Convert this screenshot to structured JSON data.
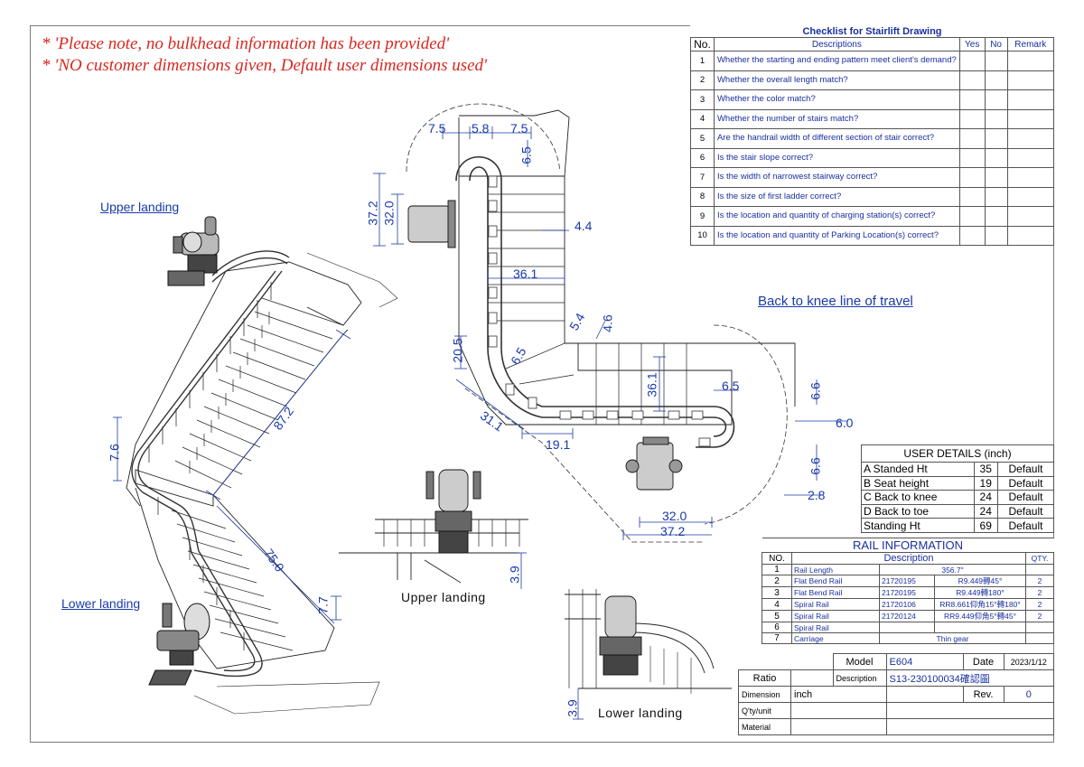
{
  "notes": {
    "line1": "* 'Please note, no bulkhead information has been provided'",
    "line2": "* 'NO customer dimensions given, Default user dimensions used'"
  },
  "labels": {
    "upper_landing": "Upper landing",
    "lower_landing": "Lower landing",
    "upper_landing_view": "Upper landing",
    "lower_landing_view": "Lower landing",
    "back_to_knee": "Back to knee line of travel"
  },
  "dimensions": {
    "d7_5a": "7.5",
    "d5_8": "5.8",
    "d7_5b": "7.5",
    "d6_5top": "6.5",
    "d37_2v": "37.2",
    "d32_0v": "32.0",
    "d4_4": "4.4",
    "d36_1h": "36.1",
    "d5_4": "5.4",
    "d4_6": "4.6",
    "d20_5": "20.5",
    "d6_5mid": "6.5",
    "d31_1": "31.1",
    "d19_1": "19.1",
    "d36_1v": "36.1",
    "d6_5right": "6.5",
    "d6_6a": "6.6",
    "d6_0": "6.0",
    "d6_6b": "6.6",
    "d2_8": "2.8",
    "d32_0h": "32.0",
    "d37_2h": "37.2",
    "d87_2": "87.2",
    "d7_6": "7.6",
    "d75_0": "75.0",
    "d7_7": "7.7",
    "d3_9a": "3.9",
    "d3_9b": "3.9"
  },
  "checklist": {
    "title": "Checklist for Stairlift Drawing",
    "headers": {
      "no": "No.",
      "desc": "Descriptions",
      "yes": "Yes",
      "no_col": "No",
      "remark": "Remark"
    },
    "items": [
      {
        "n": "1",
        "text": "Whether the starting and ending pattern meet client's demand?"
      },
      {
        "n": "2",
        "text": "Whether the overall length match?"
      },
      {
        "n": "3",
        "text": "Whether the color match?"
      },
      {
        "n": "4",
        "text": "Whether the number of stairs match?"
      },
      {
        "n": "5",
        "text": "Are the handrail width of different section of stair correct?"
      },
      {
        "n": "6",
        "text": "Is the stair slope correct?"
      },
      {
        "n": "7",
        "text": "Is the width of narrowest stairway correct?"
      },
      {
        "n": "8",
        "text": "Is the size of first ladder correct?"
      },
      {
        "n": "9",
        "text": "Is the location and quantity of charging station(s) correct?"
      },
      {
        "n": "10",
        "text": "Is the location and quantity of Parking Location(s) correct?"
      }
    ]
  },
  "user_details": {
    "title": "USER DETAILS (inch)",
    "rows": [
      {
        "label": "A Standed Ht",
        "value": "35",
        "note": "Default"
      },
      {
        "label": "B Seat height",
        "value": "19",
        "note": "Default"
      },
      {
        "label": "C Back to knee",
        "value": "24",
        "note": "Default"
      },
      {
        "label": "D Back to toe",
        "value": "24",
        "note": "Default"
      },
      {
        "label": "Standing Ht",
        "value": "69",
        "note": "Default"
      }
    ]
  },
  "rail_info": {
    "title": "RAIL INFORMATION",
    "headers": {
      "no": "NO.",
      "desc": "Description",
      "qty": "QTY."
    },
    "rows": [
      {
        "no": "1",
        "name": "Rail Length",
        "code": "",
        "spec": "356.7\"",
        "qty": ""
      },
      {
        "no": "2",
        "name": "Flat Bend Rail",
        "code": "21720195",
        "spec": "R9.449轉45°",
        "qty": "2"
      },
      {
        "no": "3",
        "name": "Flat Bend Rail",
        "code": "21720195",
        "spec": "R9.449轉180°",
        "qty": "2"
      },
      {
        "no": "4",
        "name": "Spiral Rail",
        "code": "21720106",
        "spec": "RR8.661仰角15°轉180°",
        "qty": "2"
      },
      {
        "no": "5",
        "name": "Spiral Rail",
        "code": "21720124",
        "spec": "RR9.449仰角5°轉45°",
        "qty": "2"
      },
      {
        "no": "6",
        "name": "Spiral Rail",
        "code": "",
        "spec": "",
        "qty": ""
      },
      {
        "no": "7",
        "name": "Carriage",
        "code": "",
        "spec": "Thin gear",
        "qty": ""
      }
    ]
  },
  "title_block": {
    "model_label": "Model",
    "model_value": "E604",
    "date_label": "Date",
    "date_value": "2023/1/12",
    "ratio_label": "Ratio",
    "description_label": "Description",
    "description_value": "S13-230100034確認圖",
    "dimension_label": "Dimension",
    "dimension_value": "inch",
    "rev_label": "Rev.",
    "rev_value": "0",
    "qty_label": "Q'ty/unit",
    "material_label": "Material"
  }
}
